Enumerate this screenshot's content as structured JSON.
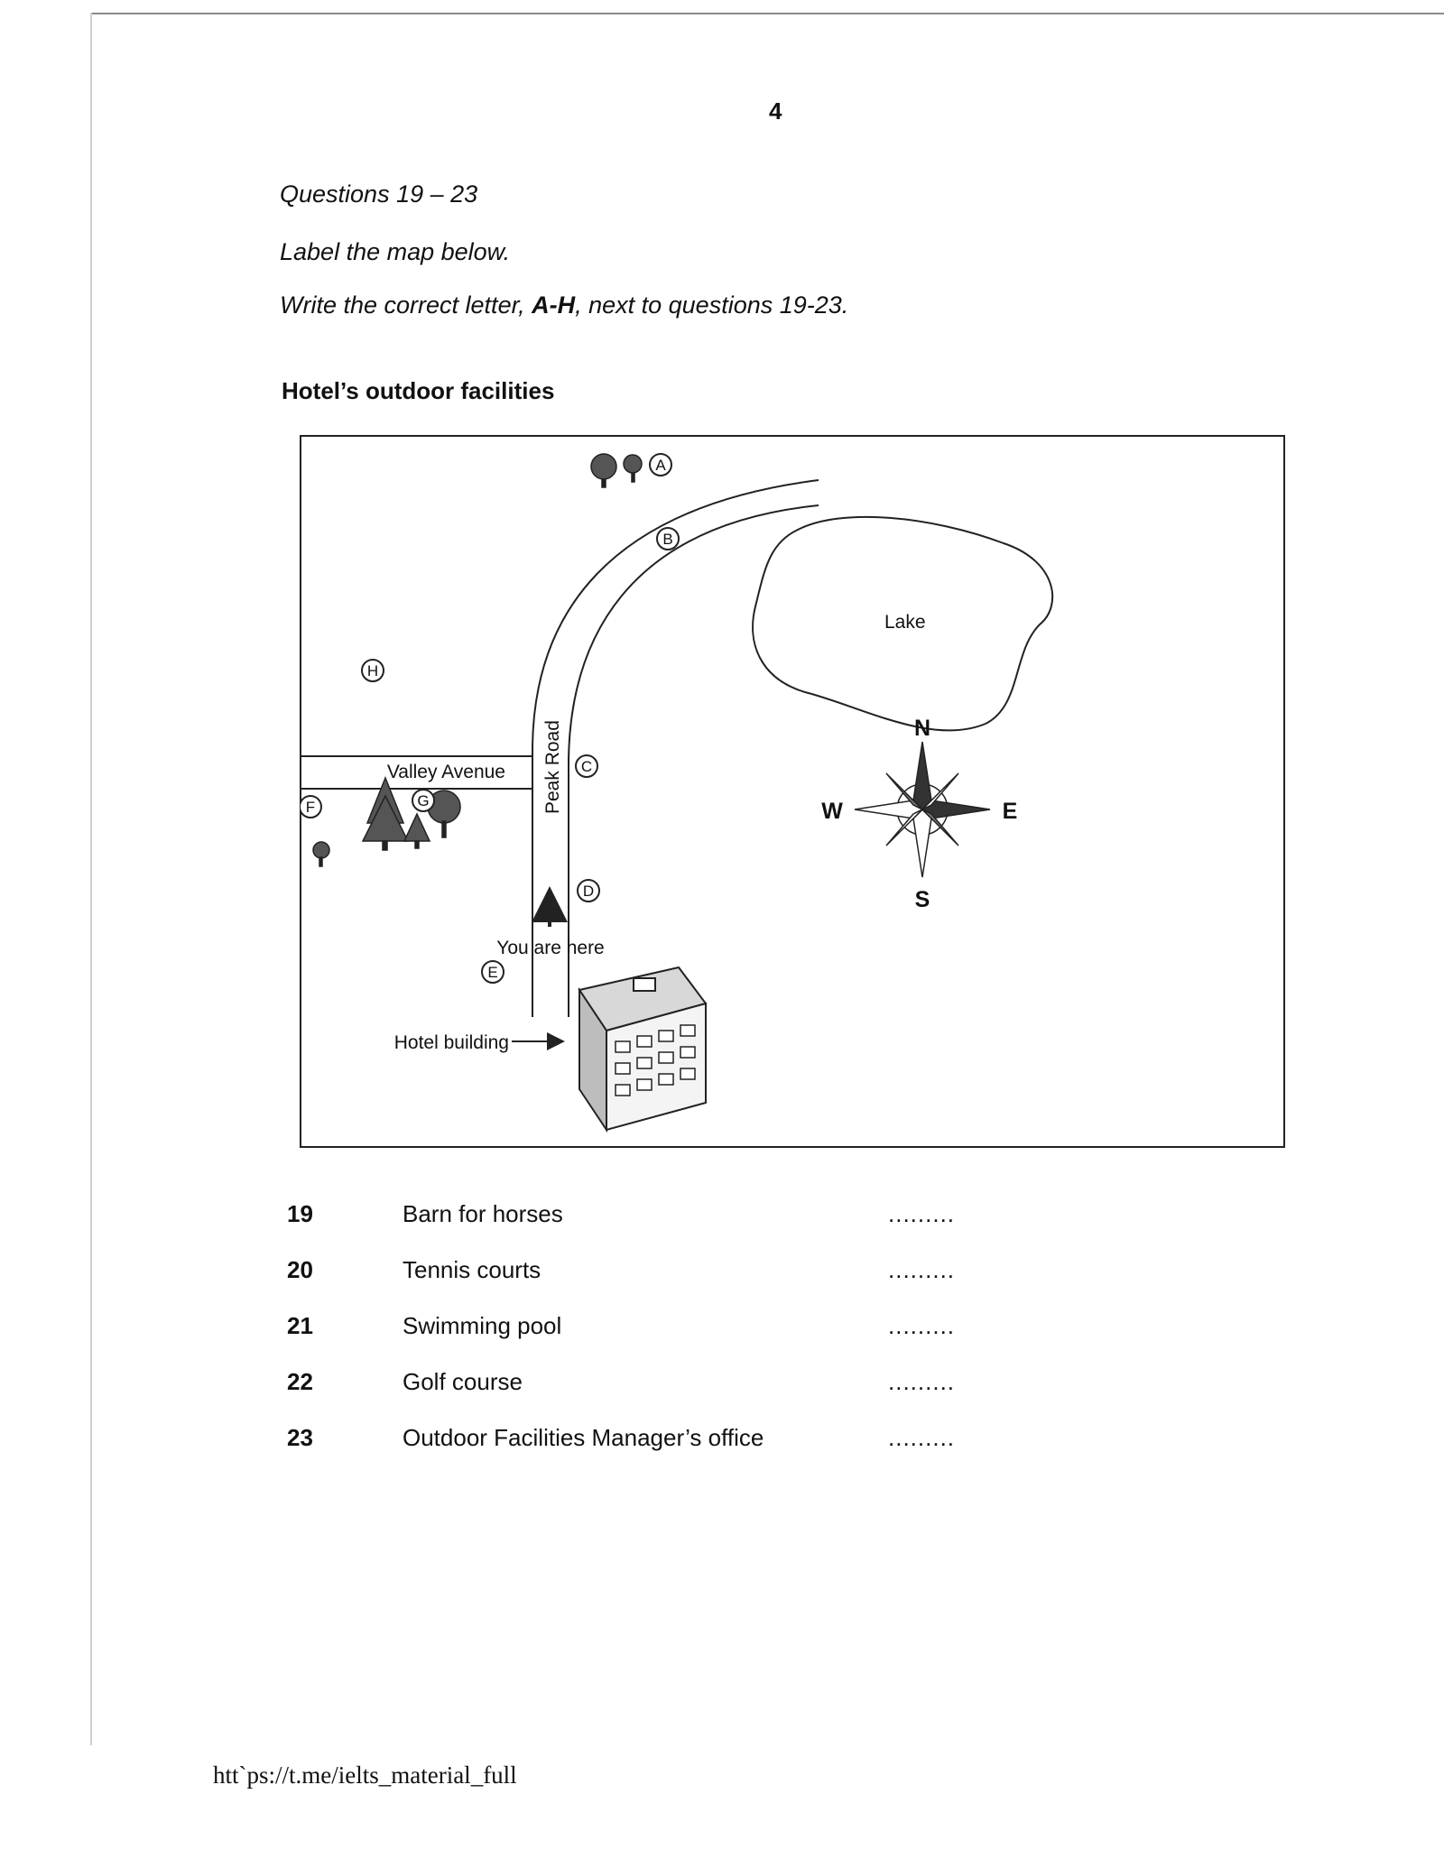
{
  "page_number": "4",
  "header": {
    "questions": "Questions 19 – 23",
    "instruction1": "Label the map below.",
    "instruction2_pre": "Write the correct letter, ",
    "instruction2_bold": "A-H",
    "instruction2_post": ", next to questions 19-23."
  },
  "map": {
    "title": "Hotel’s outdoor facilities",
    "labels": {
      "lake": "Lake",
      "valley_avenue": "Valley Avenue",
      "peak_road": "Peak Road",
      "you_are_here": "You are here",
      "hotel_building": "Hotel building"
    },
    "markers": [
      "A",
      "B",
      "C",
      "D",
      "E",
      "F",
      "G",
      "H"
    ],
    "compass": {
      "n": "N",
      "s": "S",
      "e": "E",
      "w": "W"
    }
  },
  "questions": [
    {
      "number": "19",
      "label": "Barn for horses",
      "blank": "........."
    },
    {
      "number": "20",
      "label": "Tennis courts",
      "blank": "........."
    },
    {
      "number": "21",
      "label": "Swimming pool",
      "blank": "........."
    },
    {
      "number": "22",
      "label": "Golf course",
      "blank": "........."
    },
    {
      "number": "23",
      "label": "Outdoor Facilities Manager’s office",
      "blank": "........."
    }
  ],
  "footer": {
    "url": "htt`ps://t.me/ielts_material_full"
  }
}
